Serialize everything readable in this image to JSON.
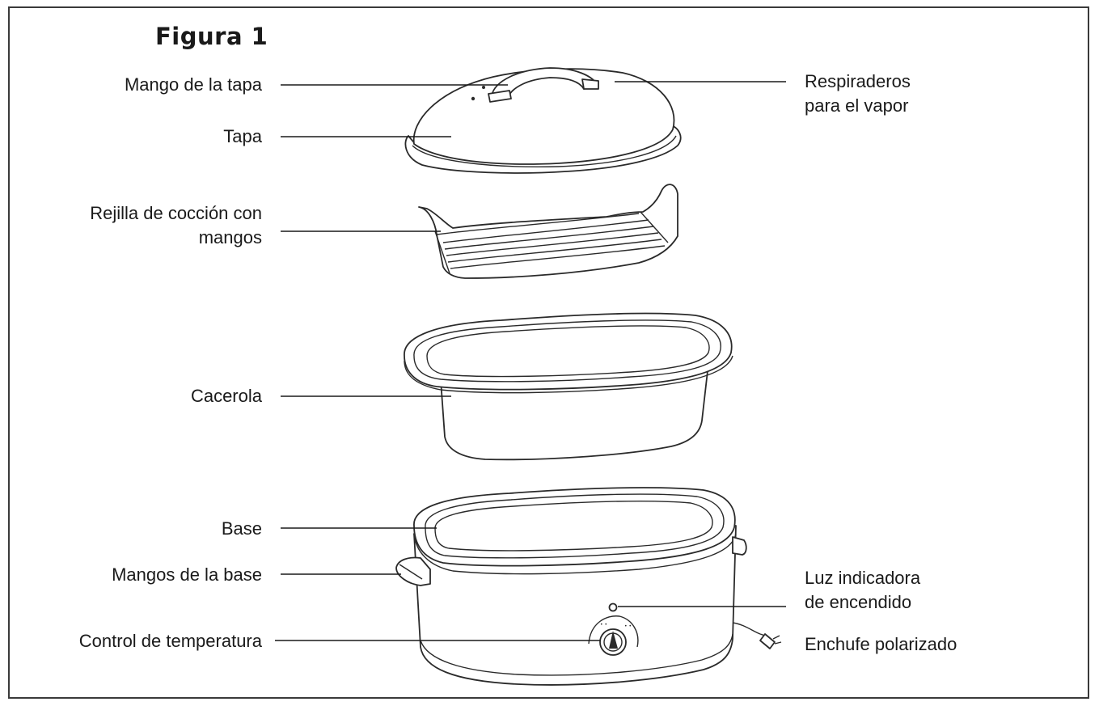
{
  "figure_title": "Figura 1",
  "labels": {
    "lid_handle": "Mango de la tapa",
    "lid": "Tapa",
    "rack_line1": "Rejilla de cocción con",
    "rack_line2": "mangos",
    "pan": "Cacerola",
    "base": "Base",
    "base_handles": "Mangos de la base",
    "temp_control": "Control de temperatura",
    "steam_vents_line1": "Respiraderos",
    "steam_vents_line2": "para el vapor",
    "indicator_light_line1": "Luz indicadora",
    "indicator_light_line2": "de encendido",
    "polarized_plug": "Enchufe polarizado"
  }
}
